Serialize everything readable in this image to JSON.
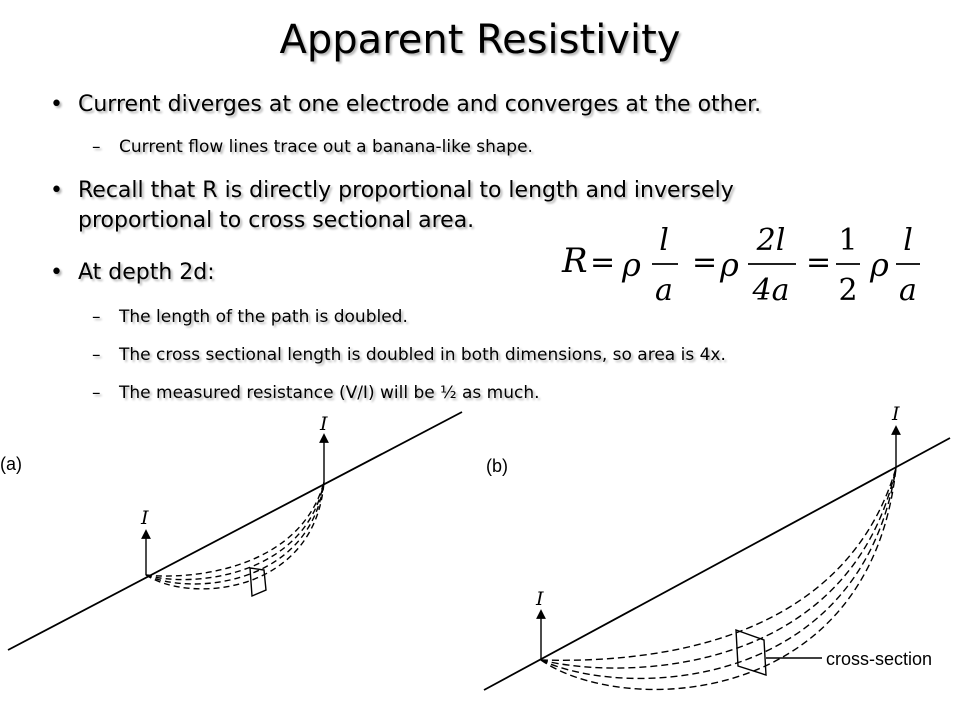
{
  "title": "Apparent Resistivity",
  "bullets": [
    {
      "text": "Current diverges at one electrode and converges at the other.",
      "subs": [
        "Current flow lines trace out a banana-like shape."
      ]
    },
    {
      "text": "Recall that R is directly proportional to length and inversely proportional to cross sectional area.",
      "subs": []
    },
    {
      "text": "At depth 2d:",
      "subs": [
        "The length of the path is doubled.",
        "The cross sectional length is doubled in both dimensions, so area is 4x.",
        "The measured resistance (V/I) will be ½ as much."
      ]
    }
  ],
  "equation": {
    "lhs": "R",
    "eq": "=",
    "rho": "ρ",
    "t1_num": "l",
    "t1_den": "a",
    "t2_num": "2l",
    "t2_den": "4a",
    "t3_num": "1",
    "t3_den": "2",
    "t4_num": "l",
    "t4_den": "a"
  },
  "figure": {
    "panel_a_label": "(a)",
    "panel_b_label": "(b)",
    "current_symbol": "I",
    "cross_section_label": "cross-section"
  }
}
